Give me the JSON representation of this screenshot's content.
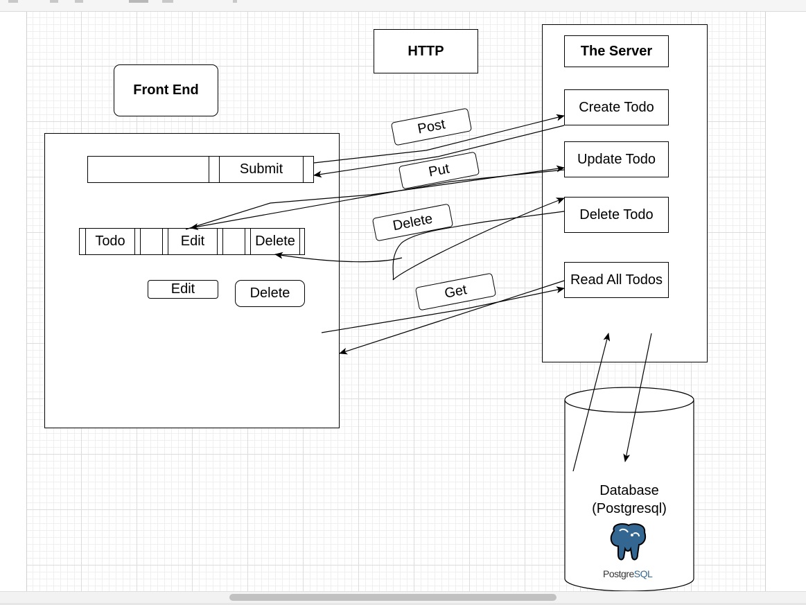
{
  "diagram": {
    "http_title": "HTTP",
    "front_end_title": "Front End",
    "server_title": "The Server",
    "form": {
      "submit_label": "Submit"
    },
    "todo_row": {
      "todo_label": "Todo",
      "edit_label": "Edit",
      "delete_label": "Delete"
    },
    "buttons": {
      "edit_label": "Edit",
      "delete_label": "Delete"
    },
    "server_routes": [
      "Create Todo",
      "Update Todo",
      "Delete Todo",
      "Read All Todos"
    ],
    "http_methods": {
      "post": "Post",
      "put": "Put",
      "delete": "Delete",
      "get": "Get"
    },
    "database": {
      "line1": "Database",
      "line2": "(Postgresql)",
      "logo_text_a": "Postgre",
      "logo_text_b": "SQL"
    }
  },
  "colors": {
    "grid": "#dcdcdc",
    "stroke": "#000000",
    "logo_blue": "#336791"
  }
}
